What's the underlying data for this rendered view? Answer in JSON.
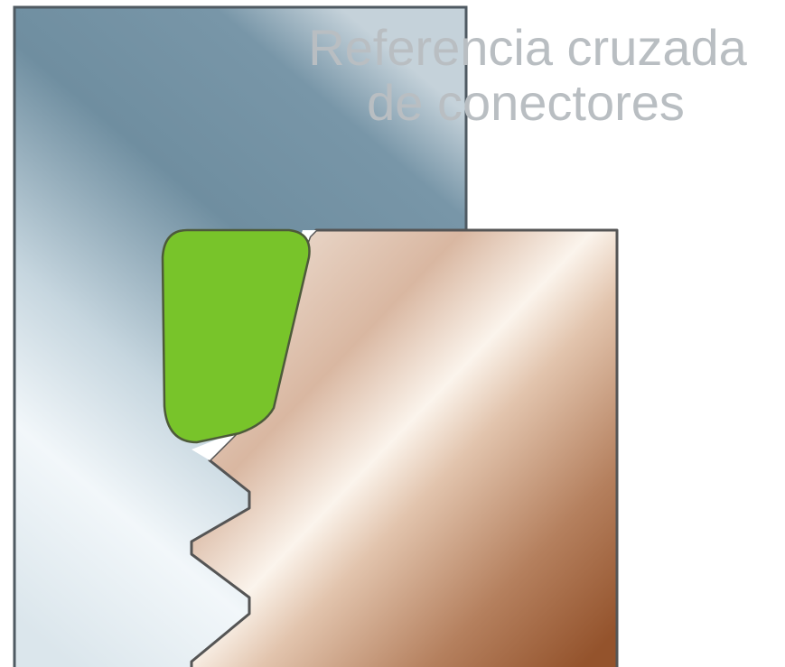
{
  "title": {
    "line1": "Referencia cruzada",
    "line2": "de conectores"
  },
  "colors": {
    "title_text": "#b9bec2",
    "seal_fill": "#78c42a",
    "steel_dark": "#6f8ea0",
    "steel_light": "#f2f7fa",
    "bronze_light": "#fbf4ec",
    "bronze_mid": "#d4ad94",
    "bronze_dark": "#94532c",
    "outline": "#555555"
  },
  "components": {
    "steel_body": "steel-part",
    "bronze_body": "bronze-part",
    "seal": "seal"
  }
}
